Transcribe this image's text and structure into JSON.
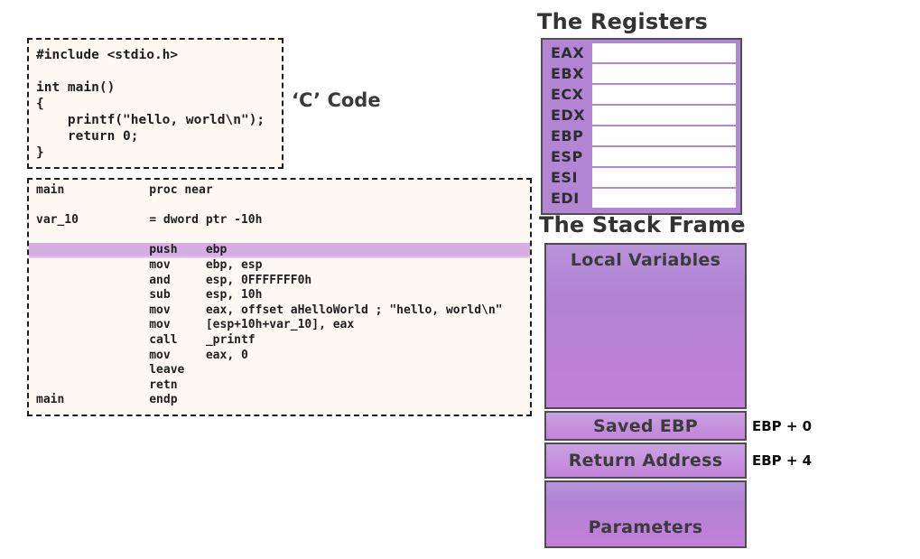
{
  "palette": {
    "panel_purple": "#b286d5",
    "stack_purple_light": "#c9a2e2",
    "stack_purple_dark": "#c37fdb",
    "asm_highlight": "#d7aee3",
    "code_background": "#fdf9f2",
    "border_dark": "#4f4f4f",
    "heading_text": "#333333"
  },
  "c_code": {
    "label": "‘C’ Code",
    "lines": [
      "#include <stdio.h>",
      "",
      "int main()",
      "{",
      "    printf(\"hello, world\\n\");",
      "    return 0;",
      "}"
    ]
  },
  "assembly": {
    "highlight_line": 4,
    "lines": [
      "main            proc near",
      "",
      "var_10          = dword ptr -10h",
      "",
      "                push    ebp",
      "                mov     ebp, esp",
      "                and     esp, 0FFFFFFF0h",
      "                sub     esp, 10h",
      "                mov     eax, offset aHelloWorld ; \"hello, world\\n\"",
      "                mov     [esp+10h+var_10], eax",
      "                call    _printf",
      "                mov     eax, 0",
      "                leave",
      "                retn",
      "main            endp"
    ]
  },
  "registers": {
    "title": "The Registers",
    "items": [
      {
        "name": "EAX",
        "value": ""
      },
      {
        "name": "EBX",
        "value": ""
      },
      {
        "name": "ECX",
        "value": ""
      },
      {
        "name": "EDX",
        "value": ""
      },
      {
        "name": "EBP",
        "value": ""
      },
      {
        "name": "ESP",
        "value": ""
      },
      {
        "name": "ESI",
        "value": ""
      },
      {
        "name": "EDI",
        "value": ""
      }
    ]
  },
  "stack_frame": {
    "title": "The Stack Frame",
    "rows": [
      {
        "label": "Local Variables",
        "annotation": "",
        "label_pos": "top"
      },
      {
        "label": "Saved EBP",
        "annotation": "EBP + 0",
        "label_pos": "center"
      },
      {
        "label": "Return Address",
        "annotation": "EBP + 4",
        "label_pos": "center"
      },
      {
        "label": "Parameters",
        "annotation": "",
        "label_pos": "bottom"
      }
    ]
  }
}
